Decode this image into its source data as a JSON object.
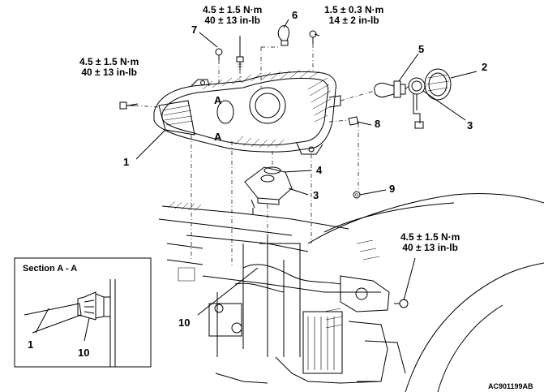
{
  "torque_specs": {
    "top_center": {
      "line1": "4.5 ± 1.5 N·m",
      "line2": "40 ± 13 in-lb"
    },
    "top_right": {
      "line1": "1.5 ± 0.3 N·m",
      "line2": "14 ± 2 in-lb"
    },
    "left": {
      "line1": "4.5 ± 1.5 N·m",
      "line2": "40 ± 13 in-lb"
    },
    "bottom_right": {
      "line1": "4.5 ± 1.5 N·m",
      "line2": "40 ± 13 in-lb"
    }
  },
  "callouts": {
    "c1": "1",
    "c2": "2",
    "c3a": "3",
    "c3b": "3",
    "c4": "4",
    "c5": "5",
    "c6": "6",
    "c7": "7",
    "c8": "8",
    "c9": "9",
    "c10": "10"
  },
  "section_marks": {
    "upper": "A",
    "lower": "A"
  },
  "inset": {
    "title": "Section A - A",
    "label1": "1",
    "label10": "10"
  },
  "figure_code": "AC901199AB"
}
